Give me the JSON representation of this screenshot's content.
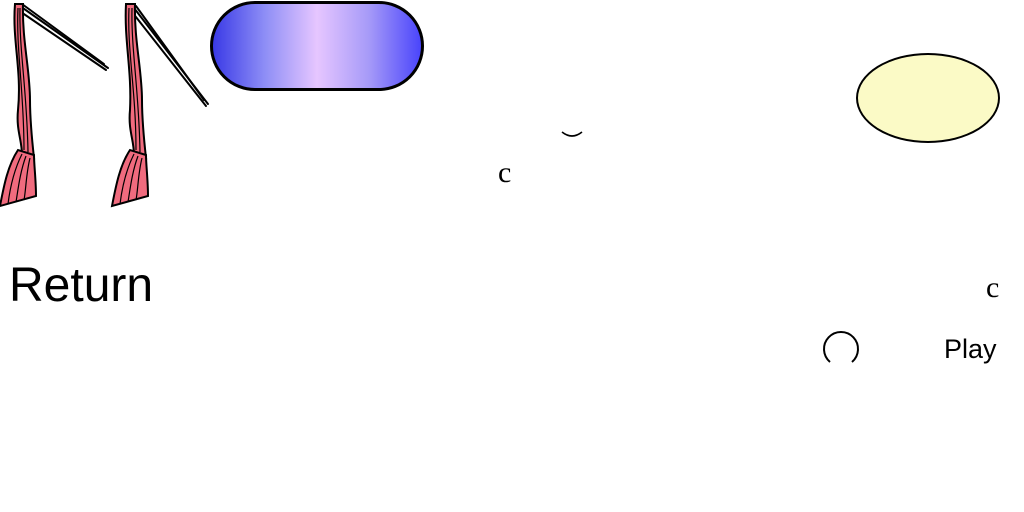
{
  "labels": {
    "return": "Return",
    "play": "Play",
    "glyph_c_1": "c",
    "glyph_c_2": "c"
  },
  "icons": {
    "note_1": "music-note-icon",
    "note_2": "music-note-icon",
    "circle": "circle-icon",
    "arc": "arc-icon"
  },
  "colors": {
    "note_fill": "#f06b7e",
    "pill_left": "#3a3ae6",
    "pill_center": "#e6c6ff",
    "pill_right": "#4a45fb",
    "ellipse_fill": "#fbfac6",
    "outline": "#000000"
  }
}
